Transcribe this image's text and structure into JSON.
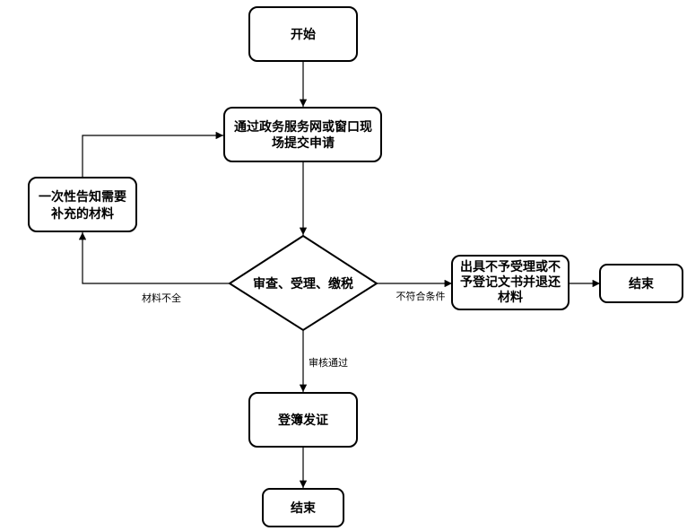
{
  "nodes": {
    "start": "开始",
    "submit_line1": "通过政务服务网或窗口现",
    "submit_line2": "场提交申请",
    "review": "审查、受理、缴税",
    "notify_line1": "一次性告知需要",
    "notify_line2": "补充的材料",
    "reject_line1": "出具不予受理或不",
    "reject_line2": "予登记文书并退还",
    "reject_line3": "材料",
    "end_right": "结束",
    "register": "登簿发证",
    "end_bottom": "结束"
  },
  "edges": {
    "incomplete": "材料不全",
    "not_qualified": "不符合条件",
    "approved": "审核通过"
  }
}
